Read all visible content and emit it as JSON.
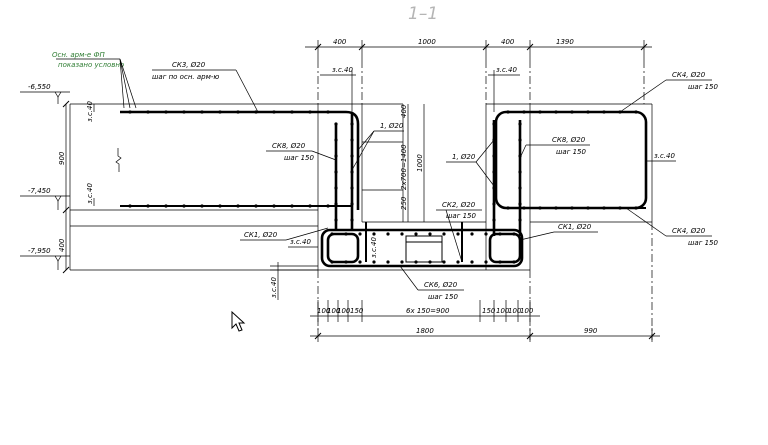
{
  "section_title": "1–1",
  "top_dims": [
    "400",
    "1000",
    "400",
    "1390"
  ],
  "bottom_dims_small": [
    "100",
    "100",
    "100",
    "150",
    "6x 150=900",
    "150",
    "100",
    "100",
    "100"
  ],
  "bottom_dims_large": [
    "1800",
    "990"
  ],
  "levels": [
    "-6,550",
    "-7,450",
    "-7,950"
  ],
  "left_dims": [
    "900",
    "400"
  ],
  "zs40": "з.с.40",
  "inner_dims": [
    "2х700=1400",
    "1000",
    "400",
    "250"
  ],
  "note": {
    "line1": "Осн. арм-е ФП",
    "line2": "показано условно",
    "color": "#2e7d32"
  },
  "labels": {
    "sk3": {
      "line1": "СК3, Ø20",
      "line2": "шаг по осн. арм-ю"
    },
    "sk4_top": {
      "line1": "СК4, Ø20",
      "line2": "шаг 150"
    },
    "sk4_bot": {
      "line1": "СК4, Ø20",
      "line2": "шаг 150"
    },
    "sk8_left": {
      "line1": "СК8, Ø20",
      "line2": "шаг 150"
    },
    "sk8_right": {
      "line1": "СК8, Ø20",
      "line2": "шаг 150"
    },
    "bar1_top": "1, Ø20",
    "bar1_mid": "1, Ø20",
    "sk2": {
      "line1": "СК2, Ø20",
      "line2": "шаг 150"
    },
    "sk1_left": "СК1, Ø20",
    "sk1_right": "СК1, Ø20",
    "sk6": {
      "line1": "СК6, Ø20",
      "line2": "шаг 150"
    }
  },
  "colors": {
    "lines": "#000000",
    "title": "#b5b5b5"
  }
}
